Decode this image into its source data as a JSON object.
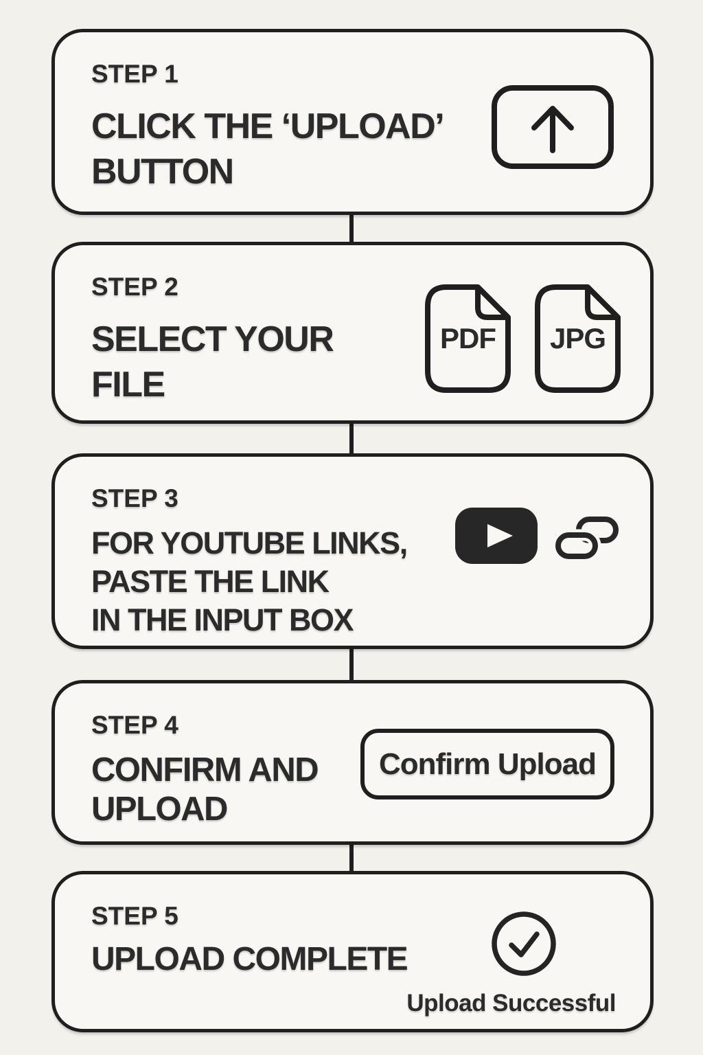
{
  "page": {
    "background_color": "#f2f1ec",
    "card_fill_color": "#f8f7f3",
    "line_color": "#1f1f1f",
    "text_color": "#2b2b2b"
  },
  "steps": [
    {
      "label": "STEP 1",
      "title_lines": [
        "CLICK THE ‘UPLOAD’",
        "BUTTON"
      ],
      "icon": "upload-button-icon"
    },
    {
      "label": "STEP 2",
      "title_lines": [
        "SELECT YOUR",
        "FILE"
      ],
      "icon": "file-type-icons",
      "file_types": [
        "PDF",
        "JPG"
      ]
    },
    {
      "label": "STEP 3",
      "title_lines": [
        "FOR YOUTUBE LINKS,",
        "PASTE THE LINK",
        "IN THE INPUT BOX"
      ],
      "icon": "youtube-and-link-icons"
    },
    {
      "label": "STEP 4",
      "title_lines": [
        "CONFIRM AND",
        "UPLOAD"
      ],
      "button_label": "Confirm Upload"
    },
    {
      "label": "STEP 5",
      "title_lines": [
        "UPLOAD COMPLETE"
      ],
      "icon": "check-circle-icon",
      "status_text": "Upload Successful"
    }
  ]
}
